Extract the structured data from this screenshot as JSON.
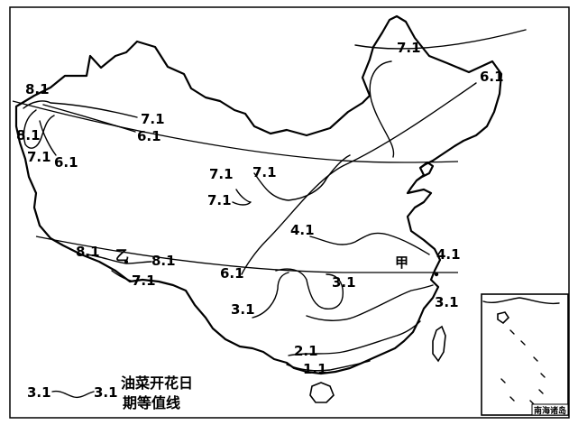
{
  "map": {
    "isolines": {
      "nw_top": "8.1",
      "nw_mid_1": "7.1",
      "nw_mid_2": "6.1",
      "nw_left_1": "8.1",
      "nw_left_2": "7.1",
      "nw_left_3": "6.1",
      "ne_top": "7.1",
      "ne_right": "6.1",
      "center_a": "7.1",
      "center_b": "7.1",
      "center_c": "7.1",
      "mid_4": "4.1",
      "east_4": "4.1",
      "tibet_a": "8.1",
      "tibet_b": "8.1",
      "tibet_c": "7.1",
      "tibet_d": "6.1",
      "sw_3": "3.1",
      "basin_3": "3.1",
      "east_3": "3.1",
      "south_2": "2.1",
      "south_1": "1.1"
    },
    "place_labels": {
      "jia": "甲",
      "yi": "乙"
    },
    "legend": {
      "left_value": "3.1",
      "right_value": "3.1",
      "line1": "油菜开花日",
      "line2": "期等值线"
    },
    "inset": {
      "caption": "南海诸岛"
    }
  }
}
